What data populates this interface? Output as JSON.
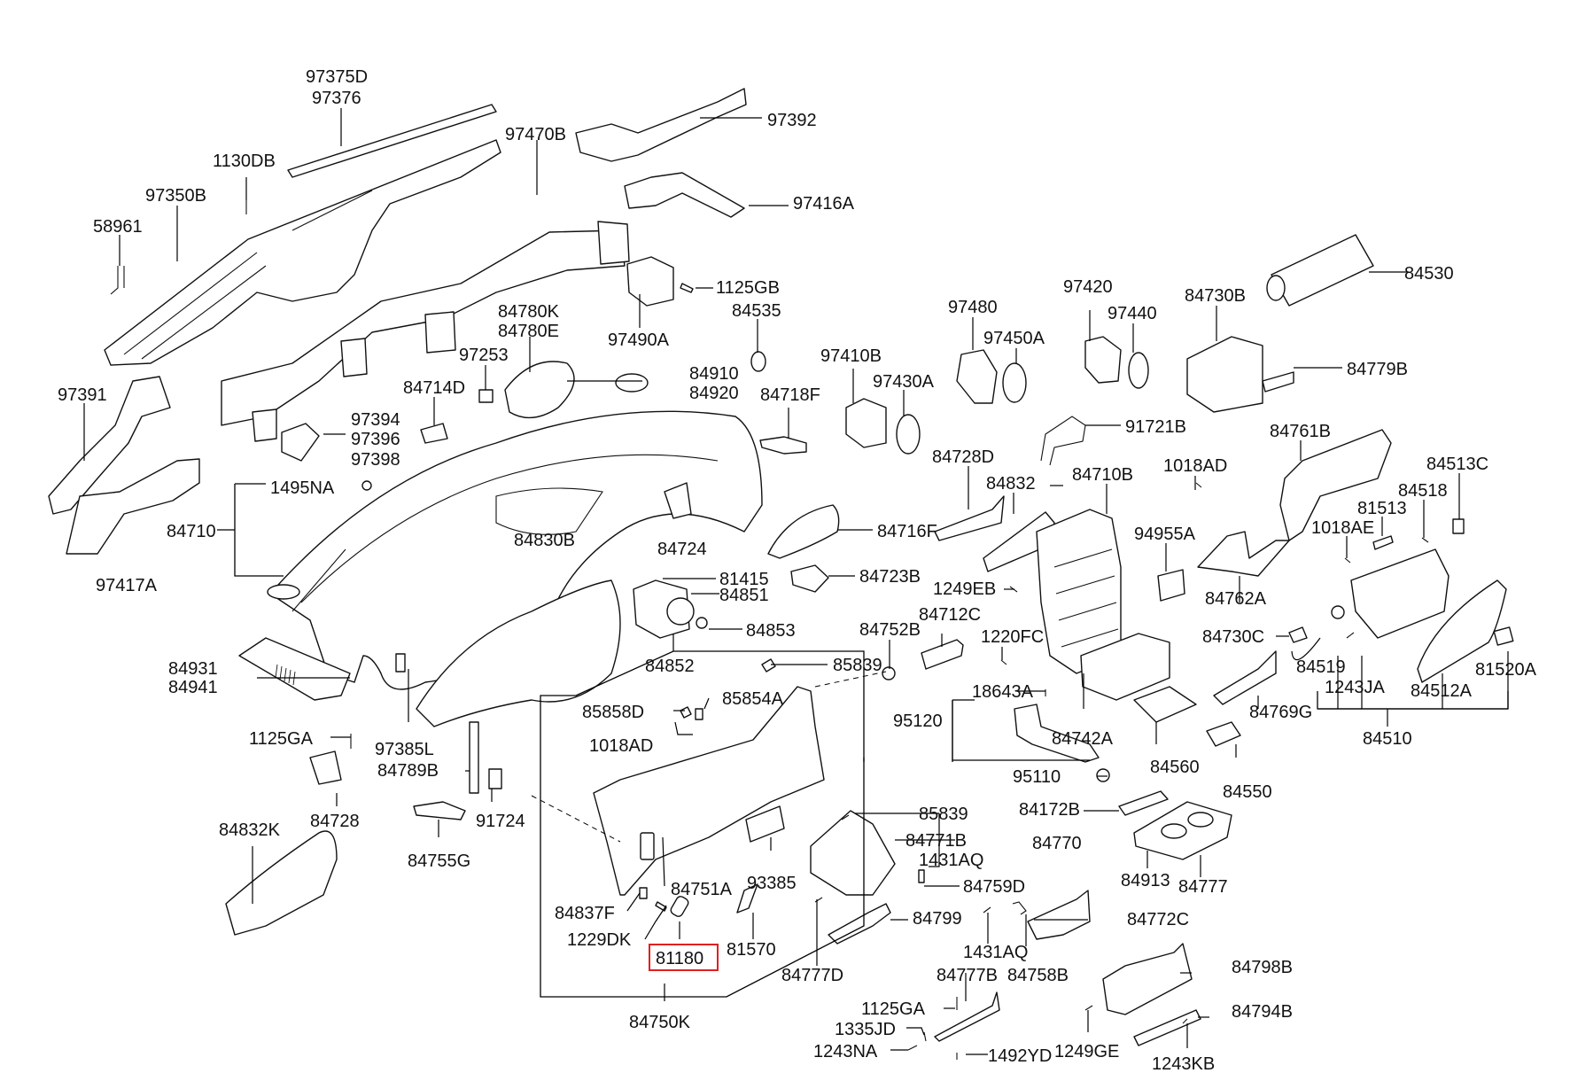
{
  "diagram": {
    "title": "Instrument panel / crash pad exploded parts diagram",
    "highlight_color": "#e02020",
    "highlighted_part": "81180",
    "labels": {
      "p97375D": "97375D",
      "p97376": "97376",
      "p1130DB": "1130DB",
      "p97350B": "97350B",
      "p58961": "58961",
      "p97470B": "97470B",
      "p97392": "97392",
      "p97416A": "97416A",
      "p1125GB": "1125GB",
      "p97490A": "97490A",
      "p84535": "84535",
      "p84780K": "84780K",
      "p84780E": "84780E",
      "p97253": "97253",
      "p97391": "97391",
      "p84714D": "84714D",
      "p97394": "97394",
      "p97396": "97396",
      "p97398": "97398",
      "p84910": "84910",
      "p84920": "84920",
      "p84718F": "84718F",
      "p97410B": "97410B",
      "p97430A": "97430A",
      "p97480": "97480",
      "p97450A": "97450A",
      "p97420": "97420",
      "p97440": "97440",
      "p84730B": "84730B",
      "p84530": "84530",
      "p84779B": "84779B",
      "p91721B": "91721B",
      "p1495NA": "1495NA",
      "p84710": "84710",
      "p97417A": "97417A",
      "p84830B": "84830B",
      "p84724": "84724",
      "p84728D": "84728D",
      "p84832": "84832",
      "p84710B": "84710B",
      "p1018AD_a": "1018AD",
      "p84761B": "84761B",
      "p84513C": "84513C",
      "p84518": "84518",
      "p81513": "81513",
      "p1018AE": "1018AE",
      "p94955A": "94955A",
      "p84762A": "84762A",
      "p84716F": "84716F",
      "p84723B": "84723B",
      "p81415": "81415",
      "p84851": "84851",
      "p84853": "84853",
      "p84852": "84852",
      "p1249EB": "1249EB",
      "p84712C": "84712C",
      "p1220FC": "1220FC",
      "p84752B": "84752B",
      "p84730C": "84730C",
      "p84519": "84519",
      "p1243JA": "1243JA",
      "p84512A": "84512A",
      "p81520A": "81520A",
      "p84510": "84510",
      "p84931": "84931",
      "p84941": "84941",
      "p85839_a": "85839",
      "p85858D": "85858D",
      "p85854A": "85854A",
      "p1018AD_b": "1018AD",
      "p18643A": "18643A",
      "p95120": "95120",
      "p84742A": "84742A",
      "p84769G": "84769G",
      "p84560": "84560",
      "p95110": "95110",
      "p84550": "84550",
      "p1125GA_a": "1125GA",
      "p97385L": "97385L",
      "p84789B": "84789B",
      "p84728": "84728",
      "p84755G": "84755G",
      "p91724": "91724",
      "p84832K": "84832K",
      "p85839_b": "85839",
      "p84771B": "84771B",
      "p84770": "84770",
      "p1431AQ_a": "1431AQ",
      "p84172B": "84172B",
      "p84759D": "84759D",
      "p84913": "84913",
      "p84777": "84777",
      "p84751A": "84751A",
      "p93385": "93385",
      "p84837F": "84837F",
      "p1229DK": "1229DK",
      "p81180": "81180",
      "p81570": "81570",
      "p84799": "84799",
      "p84772C": "84772C",
      "p1431AQ_b": "1431AQ",
      "p84777D": "84777D",
      "p84777B": "84777B",
      "p84758B": "84758B",
      "p84798B": "84798B",
      "p84794B": "84794B",
      "p84750K": "84750K",
      "p1125GA_b": "1125GA",
      "p1335JD": "1335JD",
      "p1243NA": "1243NA",
      "p1492YD": "1492YD",
      "p1249GE": "1249GE",
      "p1243KB": "1243KB"
    }
  }
}
